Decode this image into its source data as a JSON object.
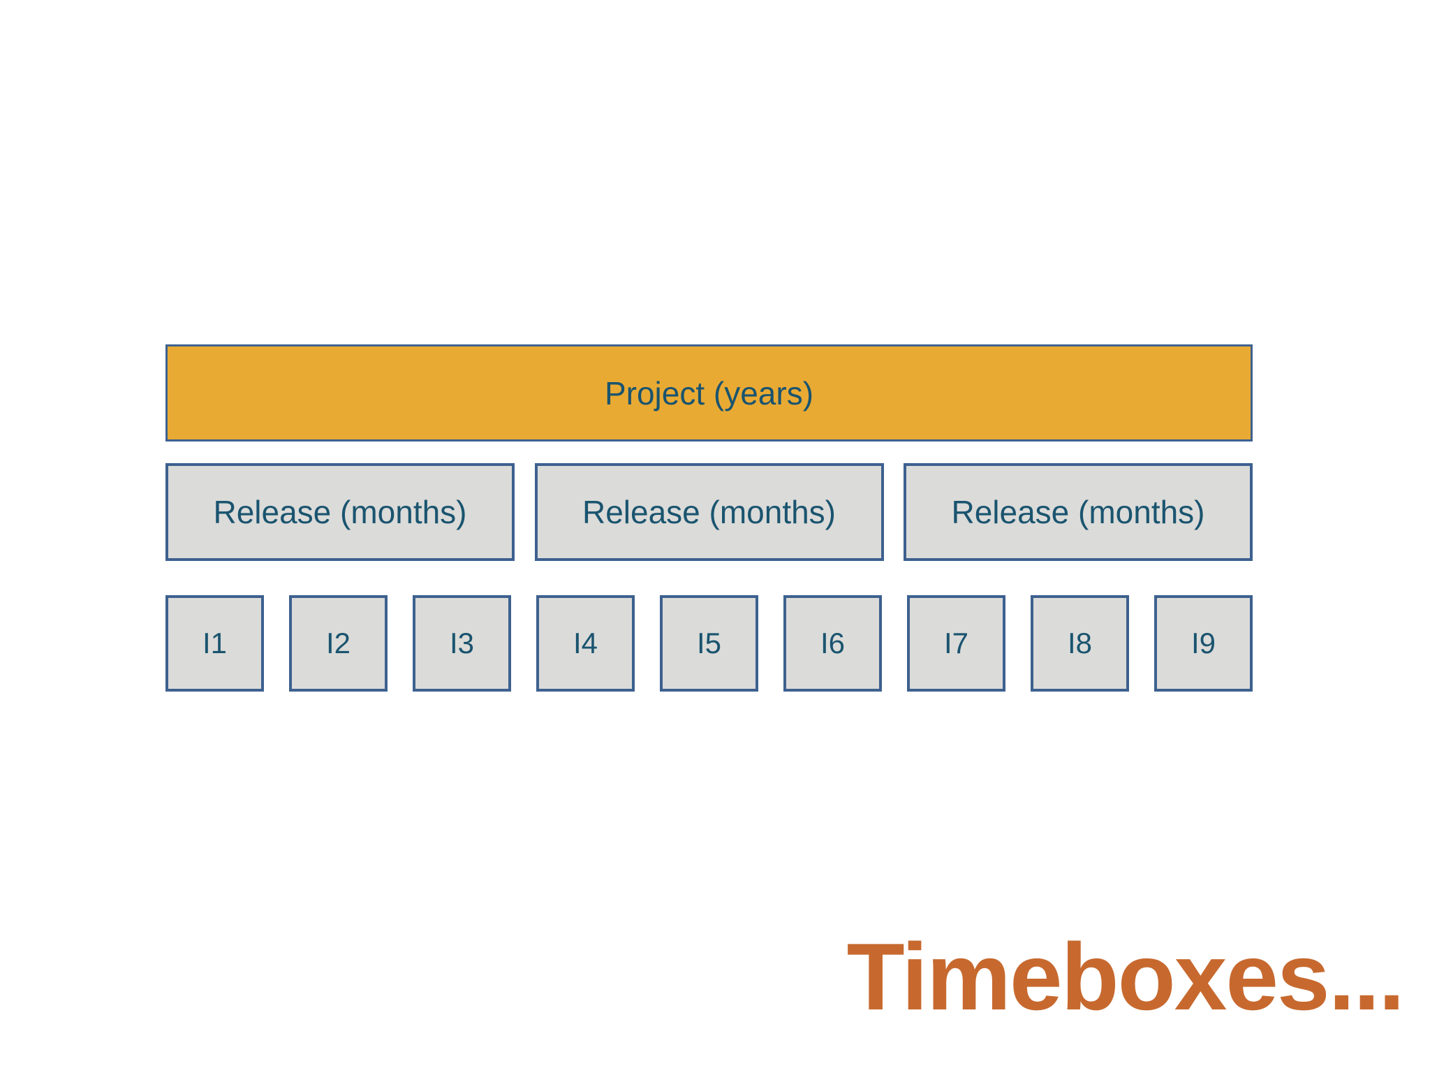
{
  "slide": {
    "title": "Timeboxes...",
    "title_color": "#c7692f",
    "background": "#ffffff"
  },
  "colors": {
    "project_fill": "#e9aa33",
    "box_fill": "#dbdbd9",
    "border": "#3d618f",
    "box_text": "#1a546f"
  },
  "diagram": {
    "project": {
      "label": "Project (years)"
    },
    "releases": [
      {
        "label": "Release (months)"
      },
      {
        "label": "Release (months)"
      },
      {
        "label": "Release (months)"
      }
    ],
    "iterations": [
      {
        "label": "I1"
      },
      {
        "label": "I2"
      },
      {
        "label": "I3"
      },
      {
        "label": "I4"
      },
      {
        "label": "I5"
      },
      {
        "label": "I6"
      },
      {
        "label": "I7"
      },
      {
        "label": "I8"
      },
      {
        "label": "I9"
      }
    ]
  }
}
